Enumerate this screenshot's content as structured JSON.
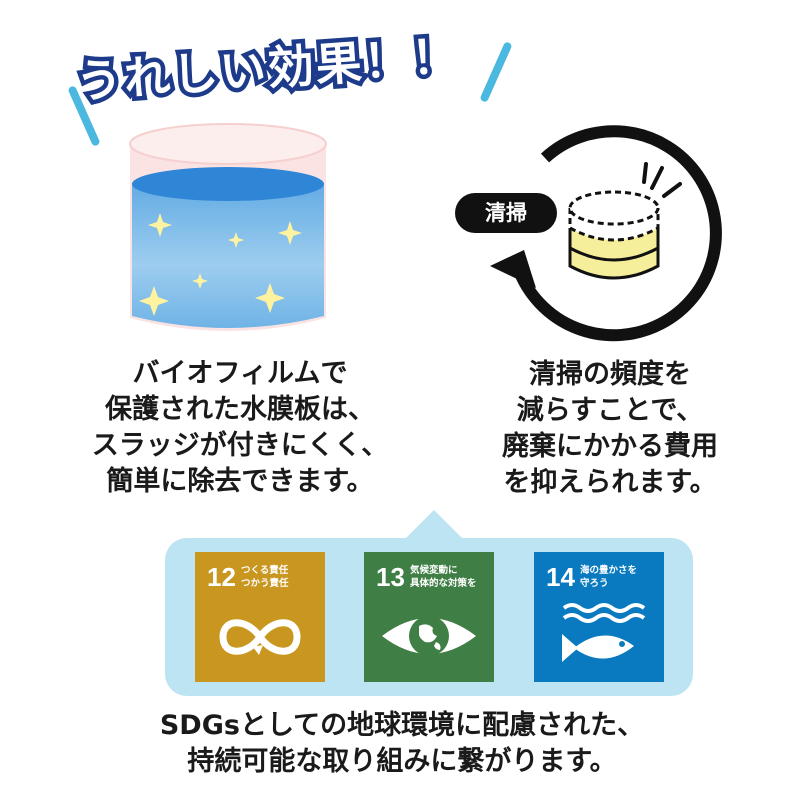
{
  "heading": {
    "text": "うれしい効果！！"
  },
  "left_benefit": {
    "lines": [
      "バイオフィルムで",
      "保護された水膜板は、",
      "スラッジが付きにくく、",
      "簡単に除去できます。"
    ]
  },
  "right_benefit": {
    "badge": "清掃",
    "lines": [
      "清掃の頻度を",
      "減らすことで、",
      "廃棄にかかる費用",
      "を抑えられます。"
    ]
  },
  "sdgs": [
    {
      "number": "12",
      "label_lines": [
        "つくる責任",
        "つかう責任"
      ],
      "color": "#c9961f",
      "icon": "infinity-icon"
    },
    {
      "number": "13",
      "label_lines": [
        "気候変動に",
        "具体的な対策を"
      ],
      "color": "#3f7e44",
      "icon": "eye-globe-icon"
    },
    {
      "number": "14",
      "label_lines": [
        "海の豊かさを",
        "守ろう"
      ],
      "color": "#0a7ac0",
      "icon": "fish-waves-icon"
    }
  ],
  "footer": {
    "lines": [
      "SDGsとしての地球環境に配慮された、",
      "持続可能な取り組みに繋がります。"
    ]
  },
  "colors": {
    "heading_stroke": "#1d3b8a",
    "accent_slash": "#4ab8df",
    "panel": "#bde4f2",
    "water": "#6fb3e6",
    "stack_yellow": "#f5ee9a"
  }
}
